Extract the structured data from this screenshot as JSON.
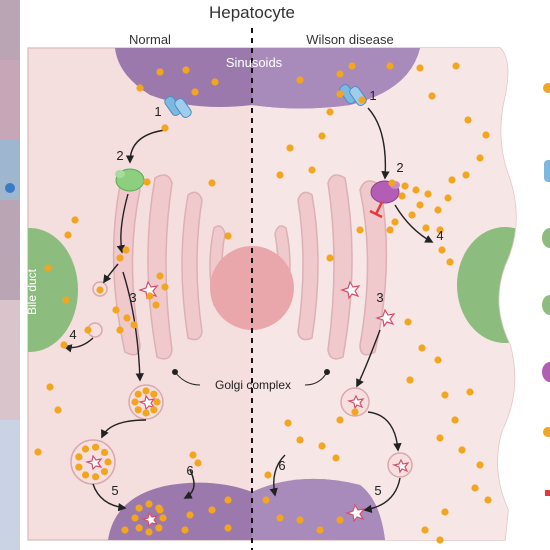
{
  "title": "Hepatocyte",
  "panels": {
    "left": "Normal",
    "right": "Wilson disease"
  },
  "labels": {
    "sinusoids": "Sinusoids",
    "bile_duct": "Bile duct",
    "golgi": "Golgi complex"
  },
  "steps": {
    "s1": "1",
    "s2": "2",
    "s3": "3",
    "s4": "4",
    "s5": "5",
    "s6": "6"
  },
  "colors": {
    "cell": "#f5dede",
    "cell_border": "#e2c4c4",
    "golgi": "#efc9cc",
    "golgi_stroke": "#dcb0b5",
    "nucleus": "#eaa7ab",
    "sinusoid": "#9c79ad",
    "bile_duct": "#8cbd7e",
    "copper": "#f2a51f",
    "transporter": "#7cb8e0",
    "atp7b_normal": "#8ccf7e",
    "atp7b_mutant": "#b45db5",
    "inhibit": "#e23a3a"
  },
  "icons": [
    "copper-ion-icon",
    "copper-transporter-icon",
    "atp7b-normal-icon",
    "atp7b-mutant-icon",
    "inhibition-icon",
    "ceruloplasmin-icon"
  ]
}
